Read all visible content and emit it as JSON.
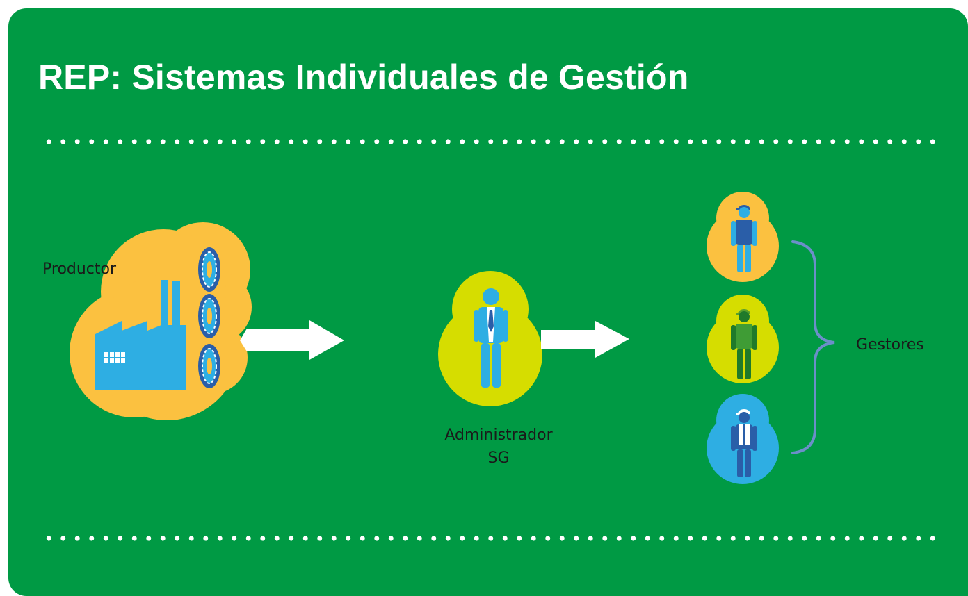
{
  "title": "REP: Sistemas Individuales de Gestión",
  "labels": {
    "producer": "Productor",
    "admin_line1": "Administrador",
    "admin_line2": "SG",
    "managers": "Gestores"
  },
  "colors": {
    "background": "#009a44",
    "yellow": "#fbc140",
    "lime": "#d6dd00",
    "blue": "#2eaee3",
    "brace": "#6c8fc9",
    "arrow": "#ffffff"
  }
}
